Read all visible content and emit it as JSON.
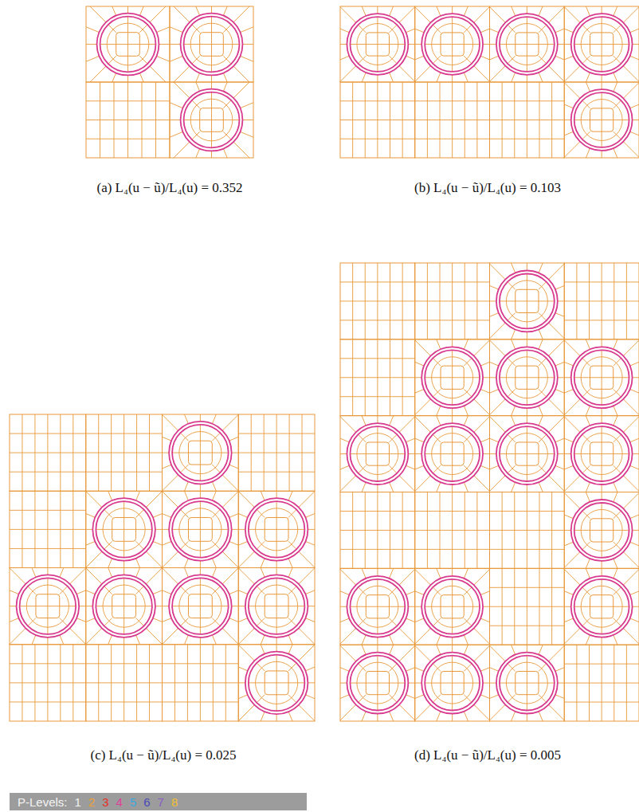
{
  "diagram": {
    "labels": [
      "(a) L₄(u − ũ)/L₄(u) = 0.352",
      "(b) L₄(u − ũ)/L₄(u) = 0.103",
      "(c) L₄(u − ũ)/L₄(u) = 0.025",
      "(d) L₄(u − ũ)/L₄(u) = 0.005",
      "P-Levels:"
    ],
    "legend": [
      {
        "text": "1",
        "color": "#f4f4f4"
      },
      {
        "text": "2",
        "color": "#f0a030"
      },
      {
        "text": "3",
        "color": "#e8302a"
      },
      {
        "text": "4",
        "color": "#e0409a"
      },
      {
        "text": "5",
        "color": "#3aa8e0"
      },
      {
        "text": "6",
        "color": "#4a4ab8"
      },
      {
        "text": "7",
        "color": "#8a5cc8"
      },
      {
        "text": "8",
        "color": "#f0c030"
      }
    ]
  }
}
